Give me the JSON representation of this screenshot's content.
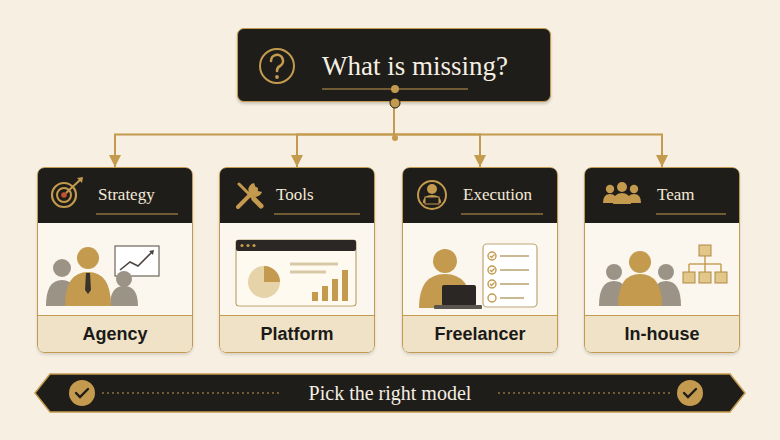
{
  "diagram": {
    "nodes": [
      {
        "text": [
          "What is missing?"
        ]
      },
      {
        "text": [
          "Strategy",
          "Agency"
        ]
      },
      {
        "text": [
          "Tools",
          "Platform"
        ]
      },
      {
        "text": [
          "Execution",
          "Freelancer"
        ]
      },
      {
        "text": [
          "Team",
          "In-house"
        ]
      },
      {
        "text": [
          "Pick the right model"
        ]
      }
    ],
    "edges": [
      {
        "from": 0,
        "to": 1,
        "arrow": "to"
      },
      {
        "from": 0,
        "to": 2,
        "arrow": "to"
      },
      {
        "from": 0,
        "to": 3,
        "arrow": "to"
      },
      {
        "from": 0,
        "to": 4,
        "arrow": "to"
      }
    ]
  }
}
